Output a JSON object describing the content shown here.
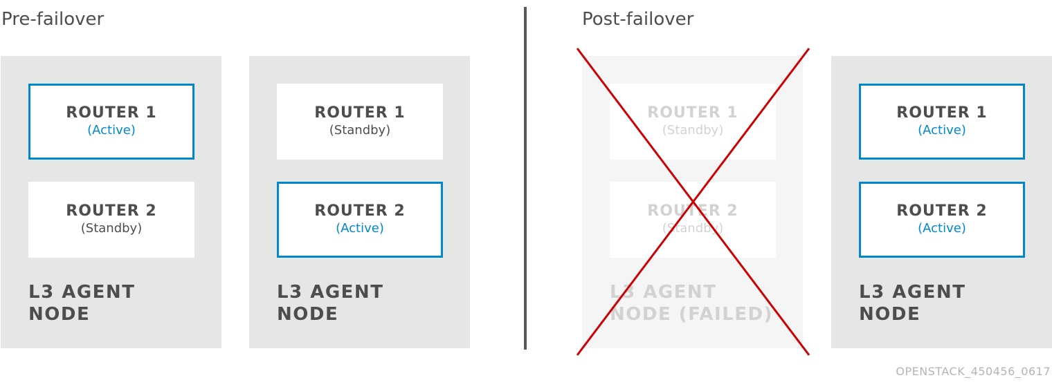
{
  "sections": {
    "pre": {
      "title": "Pre-failover"
    },
    "post": {
      "title": "Post-failover"
    }
  },
  "nodes": [
    {
      "label": "L3 AGENT\nNODE",
      "failed": false,
      "routers": [
        {
          "name": "ROUTER 1",
          "state": "(Active)",
          "active": true
        },
        {
          "name": "ROUTER 2",
          "state": "(Standby)",
          "active": false
        }
      ]
    },
    {
      "label": "L3 AGENT\nNODE",
      "failed": false,
      "routers": [
        {
          "name": "ROUTER 1",
          "state": "(Standby)",
          "active": false
        },
        {
          "name": "ROUTER 2",
          "state": "(Active)",
          "active": true
        }
      ]
    },
    {
      "label": "L3 AGENT\nNODE (FAILED)",
      "failed": true,
      "routers": [
        {
          "name": "ROUTER 1",
          "state": "(Standby)",
          "active": false
        },
        {
          "name": "ROUTER 2",
          "state": "(Standby)",
          "active": false
        }
      ]
    },
    {
      "label": "L3 AGENT\nNODE",
      "failed": false,
      "routers": [
        {
          "name": "ROUTER 1",
          "state": "(Active)",
          "active": true
        },
        {
          "name": "ROUTER 2",
          "state": "(Active)",
          "active": true
        }
      ]
    }
  ],
  "colors": {
    "active_border": "#0088ce",
    "failure_cross": "#cc0000",
    "node_bg": "#e6e6e6",
    "failed_node_bg": "#f5f5f5"
  },
  "footer": {
    "image_id": "OPENSTACK_450456_0617"
  }
}
